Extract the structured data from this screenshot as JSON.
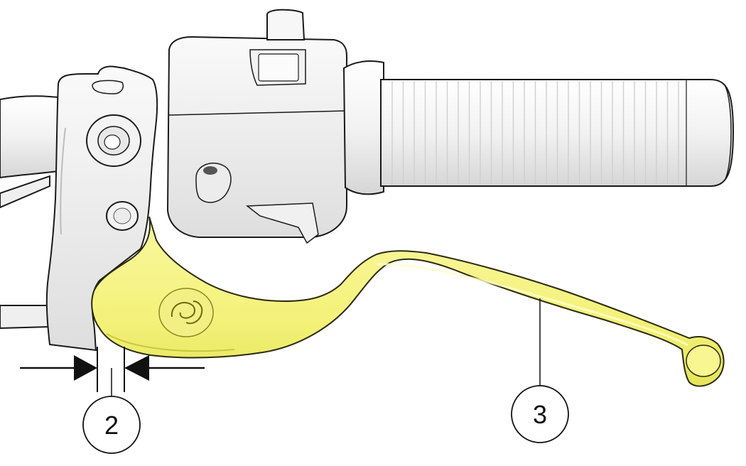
{
  "colors": {
    "background": "#ffffff",
    "part_fill": "#f4f4f4",
    "part_shade": "#dcdcdc",
    "part_outline": "#1a1a1a",
    "lever_highlight": "#f6f58a",
    "lever_shadow": "#d9d84a",
    "leader": "#111111"
  },
  "icons": {
    "dimension_arrow_left": "arrow-right-solid",
    "dimension_arrow_right": "arrow-left-solid",
    "lever_logo": "brand-emblem"
  },
  "callouts": [
    {
      "id": "gap",
      "label": "2"
    },
    {
      "id": "lever",
      "label": "3"
    }
  ]
}
